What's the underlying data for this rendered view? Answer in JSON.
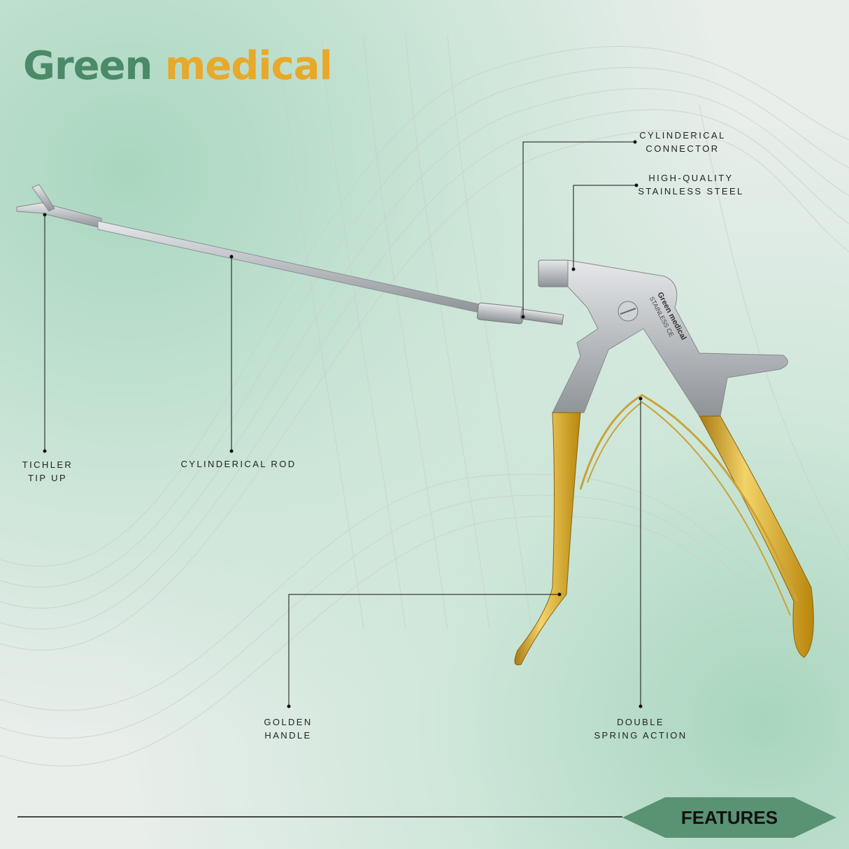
{
  "brand": {
    "word1": "Green",
    "word2": "medical"
  },
  "instrument_engraving": {
    "line1": "Green medical",
    "line2": "STAINLESS CE"
  },
  "labels": {
    "connector": {
      "line1": "CYLINDERICAL",
      "line2": "CONNECTOR"
    },
    "steel": {
      "line1": "HIGH-QUALITY",
      "line2": "STAINLESS STEEL"
    },
    "tip": {
      "line1": "TICHLER",
      "line2": "TIP UP"
    },
    "rod": {
      "line1": "CYLINDERICAL ROD"
    },
    "handle": {
      "line1": "GOLDEN",
      "line2": "HANDLE"
    },
    "spring": {
      "line1": "DOUBLE",
      "line2": "SPRING ACTION"
    }
  },
  "badge": {
    "label": "FEATURES"
  },
  "colors": {
    "green": "#4a8a68",
    "gold": "#e8a82a",
    "badge": "#5a9274"
  }
}
